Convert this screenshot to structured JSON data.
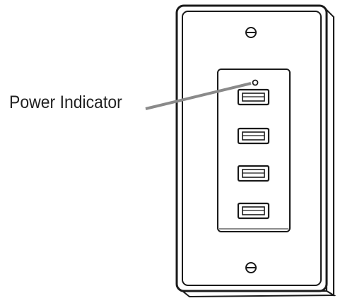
{
  "callout": {
    "label": "Power Indicator"
  },
  "device": {
    "name": "usb-wall-plate",
    "usb_port_count": 4,
    "mounting_screw_count": 2,
    "icons": [
      "screw-icon",
      "led-indicator-icon",
      "usb-port-icon"
    ]
  },
  "colors": {
    "line": "#1a1a1a",
    "leader_line": "#8a8a8a",
    "fill": "#ffffff"
  }
}
